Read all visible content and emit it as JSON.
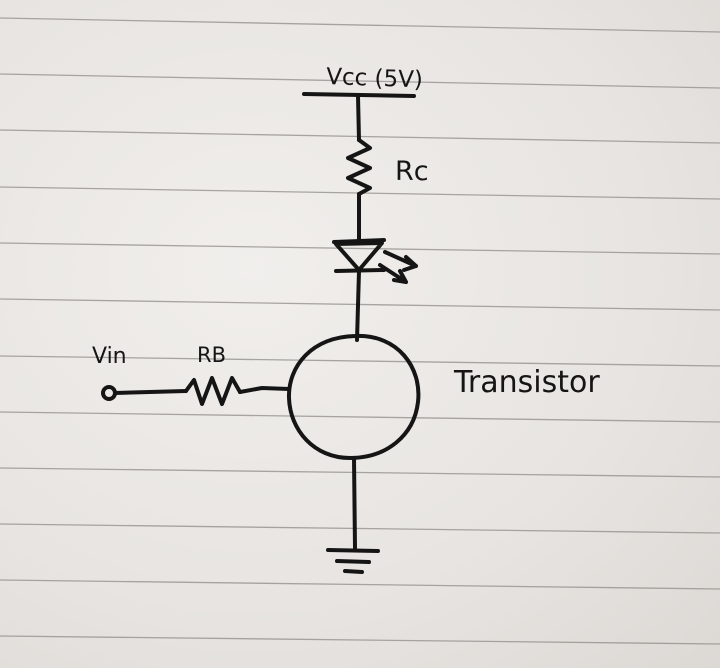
{
  "labels": {
    "supply": "Vcc (5V)",
    "collector_resistor": "Rc",
    "input": "Vin",
    "base_resistor": "RB",
    "transistor": "Transistor"
  },
  "colors": {
    "paper": "#e9e6e3",
    "ruled_line": "#8f8c89",
    "ink": "#151515"
  }
}
